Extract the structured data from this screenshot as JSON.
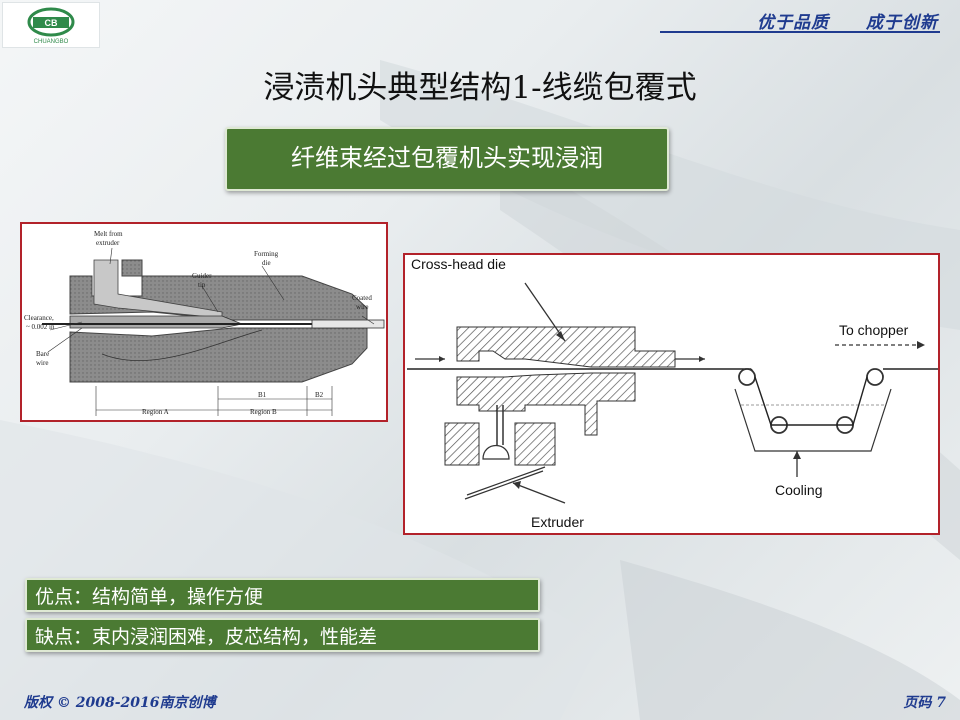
{
  "header": {
    "logo_text": "CHUANGBO",
    "logo_mark": "CB",
    "slogan_left": "优于品质",
    "slogan_right": "成于创新"
  },
  "title": "浸渍机头典型结构1-线缆包覆式",
  "subtitle": "纤维束经过包覆机头实现浸润",
  "figure1": {
    "labels": {
      "melt": "Melt from",
      "melt2": "extruder",
      "forming": "Forming",
      "forming2": "die",
      "guider": "Guider",
      "guider2": "tip",
      "coated": "Coated",
      "coated2": "wire",
      "clearance": "Clearance,",
      "clearance2": "~ 0.002 in",
      "bare": "Bare",
      "bare2": "wire",
      "b1": "B1",
      "b2": "B2",
      "region_a": "Region A",
      "region_b": "Region B"
    }
  },
  "figure2": {
    "labels": {
      "crosshead": "Cross-head die",
      "chopper": "To chopper",
      "cooling": "Cooling",
      "extruder": "Extruder"
    }
  },
  "pros": "优点：结构简单，操作方便",
  "cons": "缺点：束内浸润困难，皮芯结构，性能差",
  "footer": {
    "copyright": "版权 © 2008-2016南京创博",
    "page": "页码  7"
  }
}
